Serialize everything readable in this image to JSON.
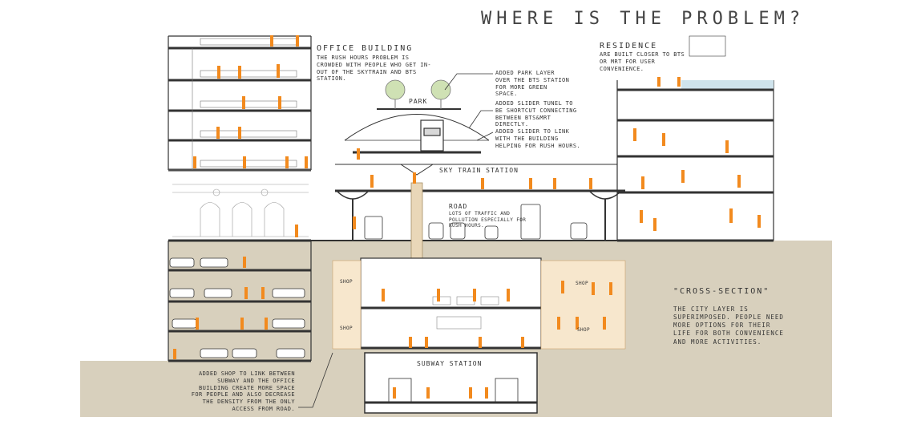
{
  "title": "WHERE IS THE PROBLEM?",
  "office": {
    "heading": "OFFICE BUILDING",
    "text": "THE RUSH HOURS PROBLEM IS CROWDED WITH PEOPLE WHO GET IN-OUT OF THE SKYTRAIN AND BTS STATION."
  },
  "residence": {
    "heading": "RESIDENCE",
    "text": "ARE BUILT CLOSER TO BTS OR MRT FOR USER CONVENIENCE."
  },
  "notes": {
    "park_layer": "ADDED PARK LAYER OVER THE BTS STATION FOR MORE GREEN SPACE.",
    "slider_tunnel": "ADDED SLIDER TUNEL TO BE SHORTCUT CONNECTING BETWEEN BTS&MRT DIRECTLY.",
    "slider_link": "ADDED SLIDER TO LINK WITH THE BUILDING HELPING FOR RUSH HOURS.",
    "road_note": "LOTS OF TRAFFIC AND POLLUTION ESPECIALLY FOR RUSH HOURS.",
    "shop_link": "ADDED SHOP TO LINK BETWEEN SUBWAY AND THE OFFICE BUILDING CREATE MORE SPACE FOR PEOPLE AND ALSO DECREASE THE DENSITY FROM THE ONLY ACCESS FROM ROAD."
  },
  "labels": {
    "park": "PARK",
    "skytrain": "SKY TRAIN STATION",
    "road": "ROAD",
    "subway": "SUBWAY STATION",
    "shop": "SHOP"
  },
  "cross_section": {
    "heading": "\"CROSS-SECTION\"",
    "text": "THE CITY LAYER IS SUPERIMPOSED. PEOPLE NEED MORE OPTIONS FOR THEIR LIFE FOR BOTH CONVENIENCE AND MORE ACTIVITIES."
  },
  "colors": {
    "ground": "#d8d0bd",
    "people": "#f28a1e",
    "line": "#333333",
    "shop_fill": "#f7e7cd",
    "water": "#cfe3ec",
    "tree_leaf": "#cfe1b4",
    "tube": "#e9d7b8"
  }
}
